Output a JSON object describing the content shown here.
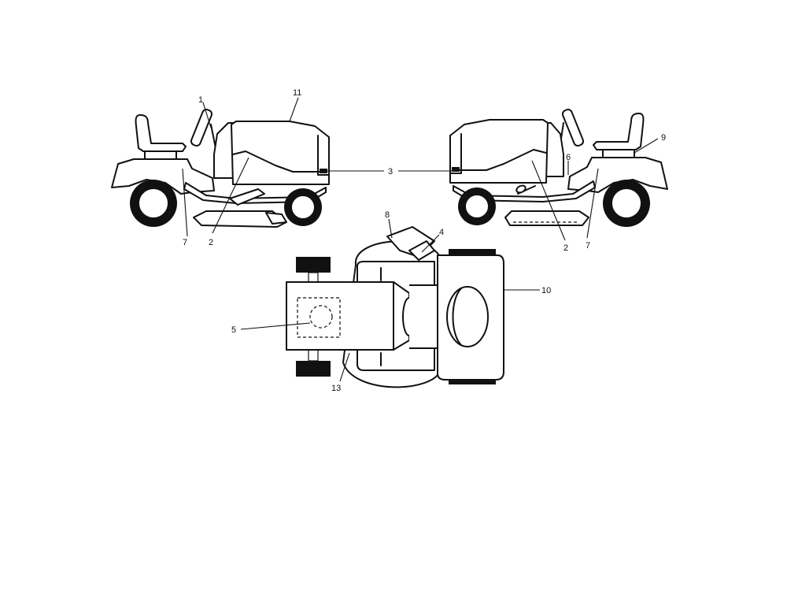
{
  "callouts": {
    "c1": "1",
    "c2_left": "2",
    "c2_right": "2",
    "c3": "3",
    "c4": "4",
    "c5_top": "5",
    "c5_right": "6",
    "c7_left": "7",
    "c7_right": "7",
    "c8": "8",
    "c9": "9",
    "c10": "10",
    "c11": "11",
    "c13": "13"
  }
}
